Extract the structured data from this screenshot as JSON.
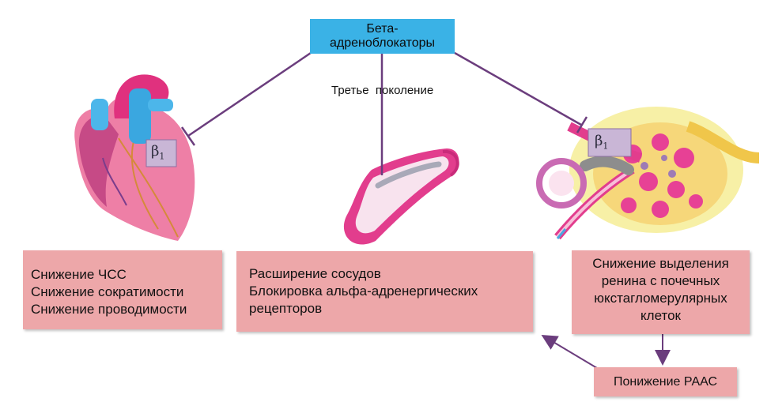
{
  "top_box": {
    "line1": "Бета-",
    "line2": "адреноблокаторы"
  },
  "generation_label": "Третье  поколение",
  "beta_labels": {
    "heart": "β",
    "heart_sub": "1",
    "kidney": "β",
    "kidney_sub": "1"
  },
  "effects": {
    "heart": [
      "Снижение ЧСС",
      "Снижение сократимости",
      "Снижение проводимости"
    ],
    "vessel": [
      "Расширение сосудов",
      "Блокировка альфа-адренергических",
      "рецепторов"
    ],
    "kidney": [
      "Снижение выделения",
      "ренина с почечных",
      "юкстагломерулярных",
      "клеток"
    ]
  },
  "raas": "Понижение РААС",
  "colors": {
    "top_box": "#3ab2e6",
    "effect_box": "#eda7a9",
    "connector": "#6b3d7d",
    "beta_box": "#c9b6d6"
  }
}
